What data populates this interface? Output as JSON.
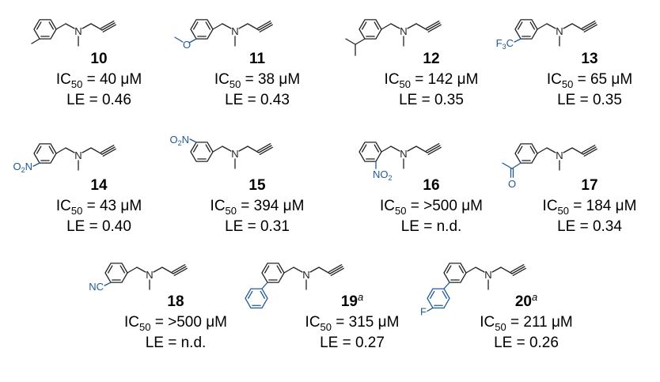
{
  "compounds": [
    {
      "id": "10",
      "sup": "",
      "ic50": "IC50 = 40 μM",
      "le": "LE = 0.46",
      "sub": "methyl",
      "pos": "para"
    },
    {
      "id": "11",
      "sup": "",
      "ic50": "IC50 = 38 μM",
      "le": "LE = 0.43",
      "sub": "methoxy",
      "pos": "para"
    },
    {
      "id": "12",
      "sup": "",
      "ic50": "IC50 = 142 μM",
      "le": "LE = 0.35",
      "sub": "isopropyl",
      "pos": "para"
    },
    {
      "id": "13",
      "sup": "",
      "ic50": "IC50 = 65 μM",
      "le": "LE = 0.35",
      "sub": "trifluoromethyl",
      "pos": "para",
      "label": "F3C"
    },
    {
      "id": "14",
      "sup": "",
      "ic50": "IC50 = 43 μM",
      "le": "LE = 0.40",
      "sub": "nitro",
      "pos": "para",
      "label": "O2N"
    },
    {
      "id": "15",
      "sup": "",
      "ic50": "IC50 = 394 μM",
      "le": "LE = 0.31",
      "sub": "nitro",
      "pos": "meta",
      "label": "O2N"
    },
    {
      "id": "16",
      "sup": "",
      "ic50": "IC50 = >500 μM",
      "le": "LE = n.d.",
      "sub": "nitro",
      "pos": "ortho",
      "label": "NO2"
    },
    {
      "id": "17",
      "sup": "",
      "ic50": "IC50 = 184 μM",
      "le": "LE = 0.34",
      "sub": "acetyl",
      "pos": "para",
      "label": "O"
    },
    {
      "id": "18",
      "sup": "",
      "ic50": "IC50 = >500 μM",
      "le": "LE = n.d.",
      "sub": "cyano",
      "pos": "para",
      "label": "NC"
    },
    {
      "id": "19",
      "sup": "a",
      "ic50": "IC50 = 315 μM",
      "le": "LE = 0.27",
      "sub": "phenyl",
      "pos": "para"
    },
    {
      "id": "20",
      "sup": "a",
      "ic50": "IC50 = 211 μM",
      "le": "LE = 0.26",
      "sub": "4-fluorophenyl",
      "pos": "para",
      "label": "F"
    }
  ],
  "common": {
    "n_label": "N"
  },
  "colors": {
    "substituent": "#1f5a96",
    "scaffold": "#222222"
  }
}
